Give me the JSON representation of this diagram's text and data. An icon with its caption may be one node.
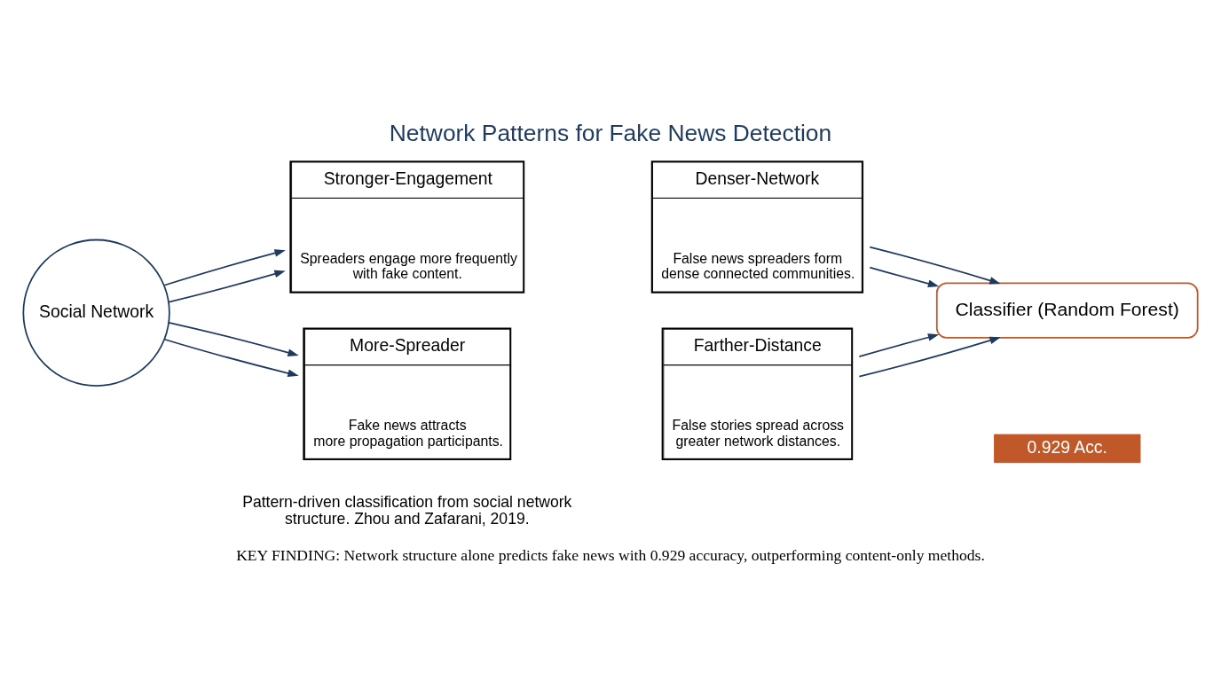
{
  "diagram": {
    "title": "Network Patterns for Fake News Detection",
    "caption": "KEY FINDING: Network structure alone predicts fake news with 0.929 accuracy, outperforming content-only methods.",
    "nodes": [
      {
        "text": [
          "Social Network"
        ]
      },
      {
        "text": [
          "More-Spreader",
          "Fake news attracts more propagation participants."
        ]
      },
      {
        "text": [
          "Farther-Distance",
          "False stories spread across greater network distances."
        ]
      },
      {
        "text": [
          "Stronger-Engagement",
          "Spreaders engage more frequently with fake content."
        ]
      },
      {
        "text": [
          "Denser-Network",
          "False news spreaders form dense connected communities."
        ]
      },
      {
        "text": [
          "Classifier (Random Forest)"
        ]
      },
      {
        "text": [
          "0.929 Acc."
        ]
      }
    ],
    "edges": [
      {
        "from": 0,
        "to": 1,
        "arrow": "to"
      },
      {
        "from": 0,
        "to": 1,
        "arrow": "to"
      },
      {
        "from": 0,
        "to": 3,
        "arrow": "to"
      },
      {
        "from": 0,
        "to": 3,
        "arrow": "to"
      },
      {
        "from": 2,
        "to": 5,
        "arrow": "to"
      },
      {
        "from": 2,
        "to": 5,
        "arrow": "to"
      },
      {
        "from": 4,
        "to": 5,
        "arrow": "to"
      },
      {
        "from": 4,
        "to": 5,
        "arrow": "to"
      }
    ],
    "labels": [
      "Pattern-driven classification from social network structure. Zhou and Zafarani, 2019."
    ]
  }
}
